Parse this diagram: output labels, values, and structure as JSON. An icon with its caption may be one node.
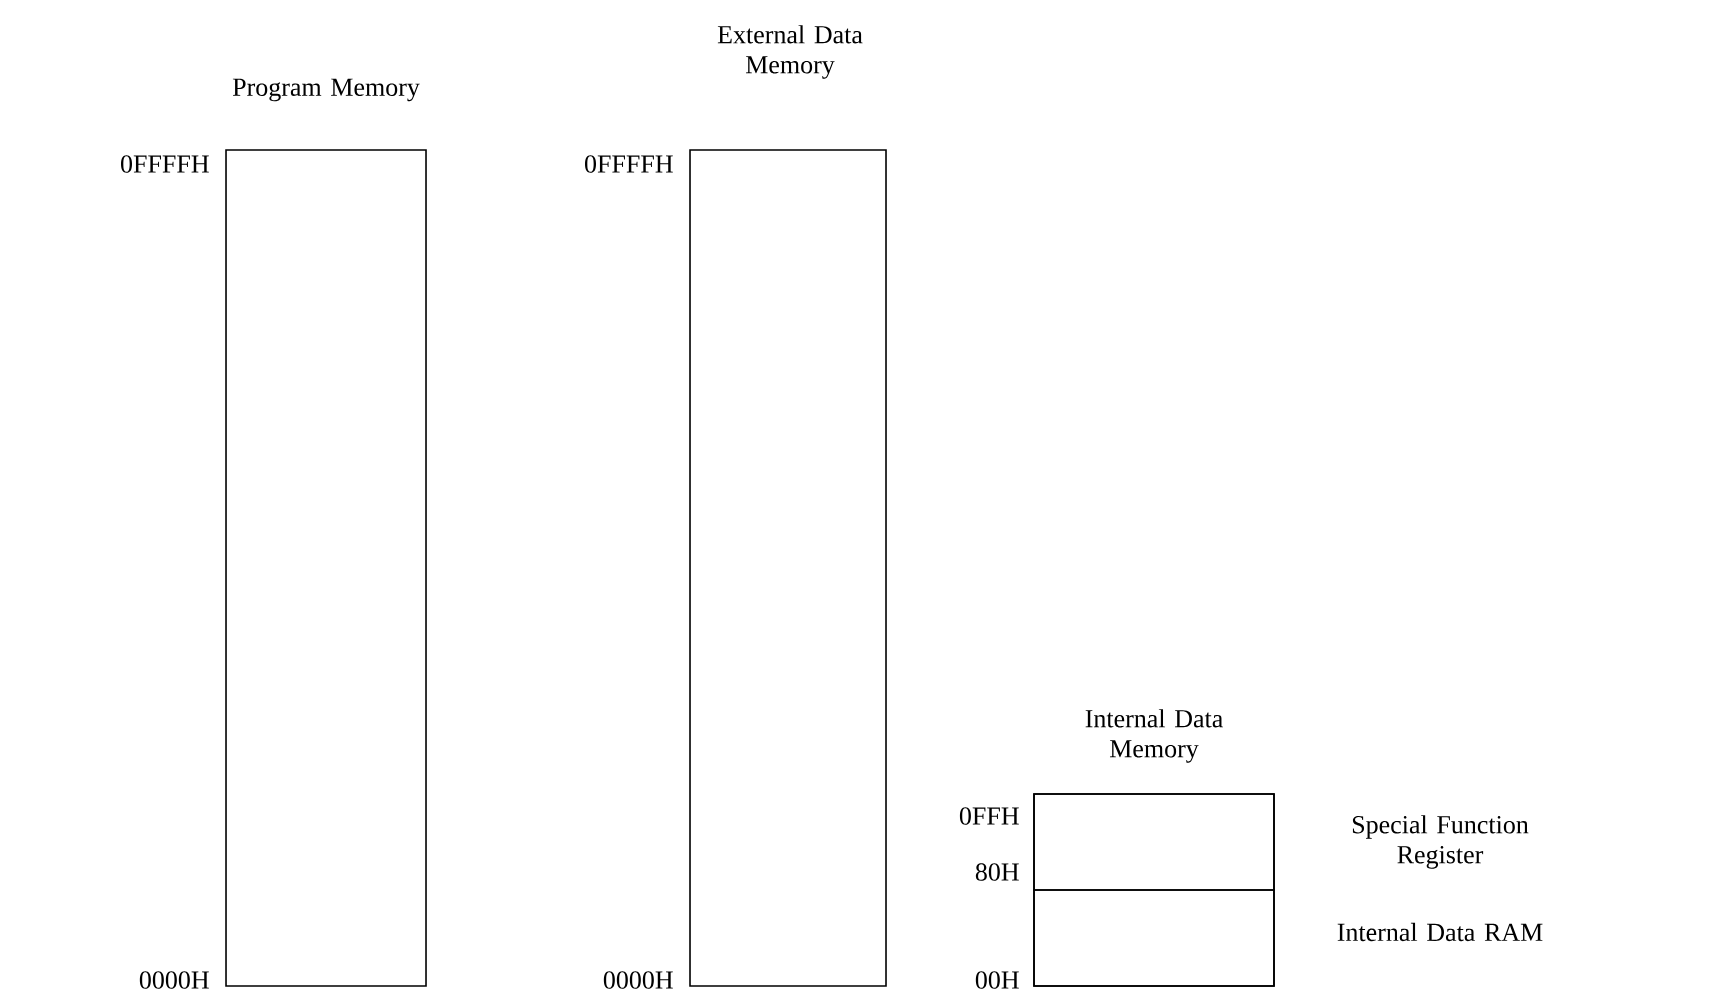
{
  "diagram": {
    "nodes": [
      {
        "text": [
          "Program Memory"
        ]
      },
      {
        "text": [
          "External Data Memory"
        ]
      },
      {
        "text": [
          "Internal Data Memory"
        ]
      },
      {
        "text": [],
        "shape": "box",
        "in": 2,
        "beside": [
          "Special Function Register"
        ]
      },
      {
        "text": [],
        "shape": "box",
        "in": 2,
        "beside": [
          "Internal Data RAM"
        ]
      }
    ],
    "labels": [
      "0FFFFH",
      "0FFFFH",
      "0FFH",
      "80H",
      "0000H",
      "0000H",
      "00H"
    ]
  }
}
